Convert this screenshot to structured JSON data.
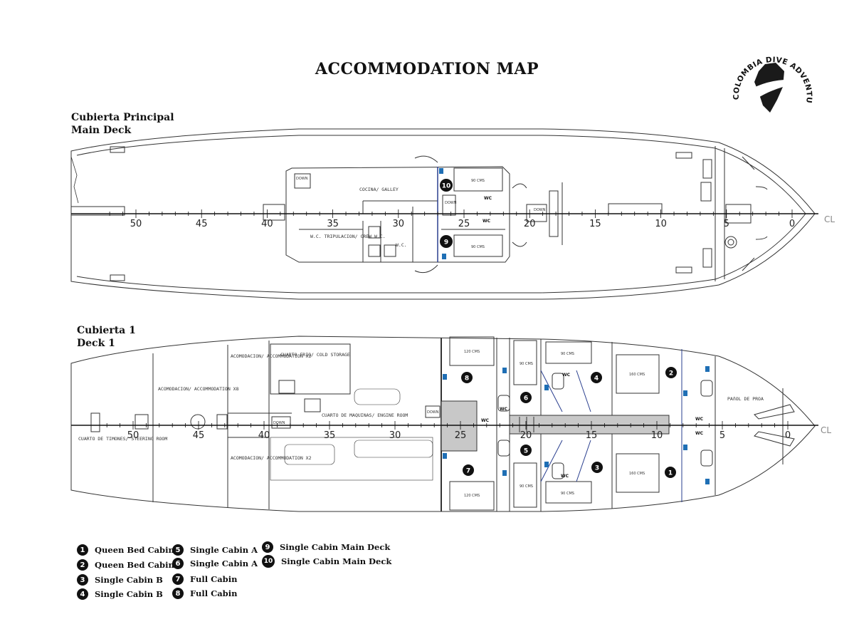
{
  "title": "ACCOMMODATION MAP",
  "logo": {
    "text": "COLOMBIA DIVE ADVENTURES",
    "icon": "hammerhead-shark-colombia-map-icon"
  },
  "main_deck": {
    "label_es": "Cubierta Principal",
    "label_en": "Main Deck",
    "rooms": {
      "galley": "COCINA/ GALLEY",
      "crew_wc": "W.C. TRIPULACION/ CREW W.C.",
      "wc": "W.C.",
      "bed_top": "90 CMS",
      "bed_bottom": "90 CMS",
      "cabin_wc_top": "WC",
      "cabin_wc_bottom": "WC",
      "down1": "DOWN",
      "down2": "DOWN",
      "down3": "DOWN"
    },
    "badges": [
      "10",
      "9"
    ]
  },
  "deck1": {
    "label_es": "Cubierta 1",
    "label_en": "Deck 1",
    "rooms": {
      "steering": "CUARTO DE TIMONES/ STEERING ROOM",
      "acc_x8": "ACOMODACION/ ACCOMMODATION X8",
      "acc_x2_top": "ACOMODACION/ ACCOMMODATION X2",
      "acc_x2_bottom": "ACOMODACION/ ACCOMMODATION X2",
      "cold_storage": "CUARTO FRIO/ COLD STORAGE",
      "engine_room": "CUARTO DE MAQUINAS/ ENGINE ROOM",
      "bow_store": "PAñOL DE PROA",
      "down1": "DOWN",
      "down2": "DOWN",
      "bed_120_top": "120 CMS",
      "bed_120_bottom": "120 CMS",
      "bed_90_a": "90 CMS",
      "bed_90_b": "90 CMS",
      "bed_90_c": "90 CMS",
      "bed_90_d": "90 CMS",
      "bed_160_top": "160 CMS",
      "bed_160_bottom": "160 CMS",
      "wc": "WC"
    },
    "badges": [
      "8",
      "6",
      "4",
      "2",
      "7",
      "5",
      "3",
      "1"
    ]
  },
  "frames": [
    "50",
    "45",
    "40",
    "35",
    "30",
    "25",
    "20",
    "15",
    "10",
    "5",
    "0"
  ],
  "centerline": "CL",
  "legend": [
    {
      "num": "1",
      "label": "Queen Bed Cabin"
    },
    {
      "num": "2",
      "label": "Queen Bed Cabin"
    },
    {
      "num": "3",
      "label": "Single Cabin B"
    },
    {
      "num": "4",
      "label": "Single Cabin B"
    },
    {
      "num": "5",
      "label": "Single Cabin A"
    },
    {
      "num": "6",
      "label": "Single Cabin A"
    },
    {
      "num": "7",
      "label": "Full Cabin"
    },
    {
      "num": "8",
      "label": "Full Cabin"
    },
    {
      "num": "9",
      "label": "Single Cabin Main Deck"
    },
    {
      "num": "10",
      "label": "Single Cabin Main Deck"
    }
  ],
  "colors": {
    "ink": "#111111",
    "line": "#333333",
    "blue_fixture": "#1f6fb5",
    "shade": "#c8c8c8",
    "wall_blue": "#2a3f8f"
  }
}
